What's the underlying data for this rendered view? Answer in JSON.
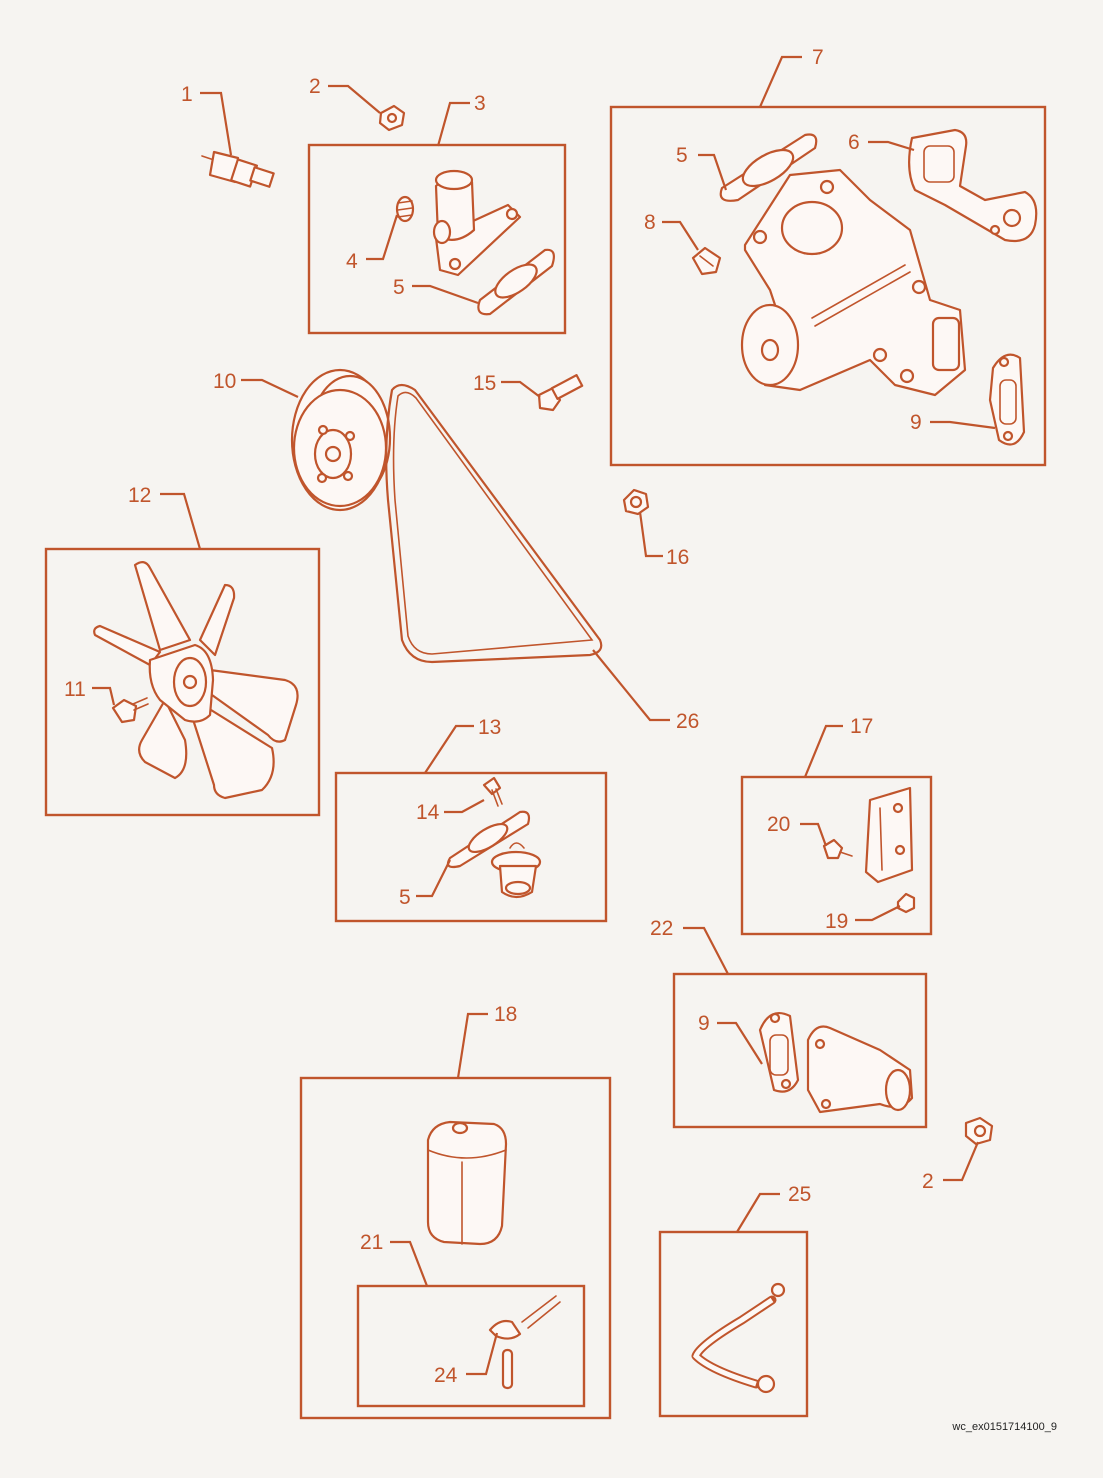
{
  "colors": {
    "accent": "#c0552c",
    "background": "#f6f4f1",
    "text_dark": "#222222"
  },
  "callouts": {
    "c1": "1",
    "c2a": "2",
    "c2b": "2",
    "c3": "3",
    "c4": "4",
    "c5a": "5",
    "c5b": "5",
    "c5c": "5",
    "c6": "6",
    "c7": "7",
    "c8": "8",
    "c9a": "9",
    "c9b": "9",
    "c10": "10",
    "c11": "11",
    "c12": "12",
    "c13": "13",
    "c14": "14",
    "c15": "15",
    "c16": "16",
    "c17": "17",
    "c18": "18",
    "c19": "19",
    "c20": "20",
    "c21": "21",
    "c22": "22",
    "c24": "24",
    "c25": "25",
    "c26": "26"
  },
  "reference_code": "wc_ex0151714100_9"
}
